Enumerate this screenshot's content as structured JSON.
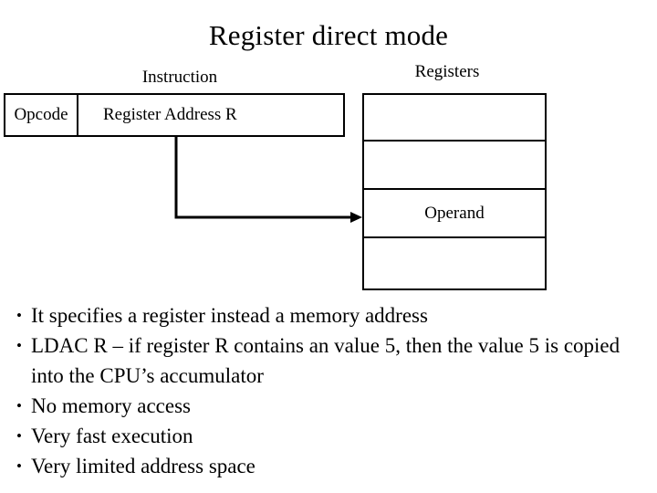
{
  "slide": {
    "title": "Register direct mode",
    "diagram": {
      "instruction_caption": "Instruction",
      "registers_caption": "Registers",
      "instruction_fields": [
        {
          "label": "Opcode"
        },
        {
          "label": "Register Address R"
        }
      ],
      "register_rows": [
        {
          "label": ""
        },
        {
          "label": ""
        },
        {
          "label": "Operand"
        },
        {
          "label": ""
        }
      ],
      "connector": {
        "name": "register-address-to-operand-arrow",
        "color": "#000000"
      }
    },
    "bullets": [
      {
        "marker": "•",
        "text": "It specifies a register instead a memory address"
      },
      {
        "marker": "•",
        "text": "LDAC R – if register R contains an value 5, then the value 5 is copied into the CPU’s accumulator"
      },
      {
        "marker": "•",
        "text": "No memory access"
      },
      {
        "marker": "•",
        "text": "Very fast execution"
      },
      {
        "marker": "•",
        "text": "Very limited address space"
      }
    ]
  },
  "colors": {
    "background": "#ffffff",
    "ink": "#000000"
  }
}
